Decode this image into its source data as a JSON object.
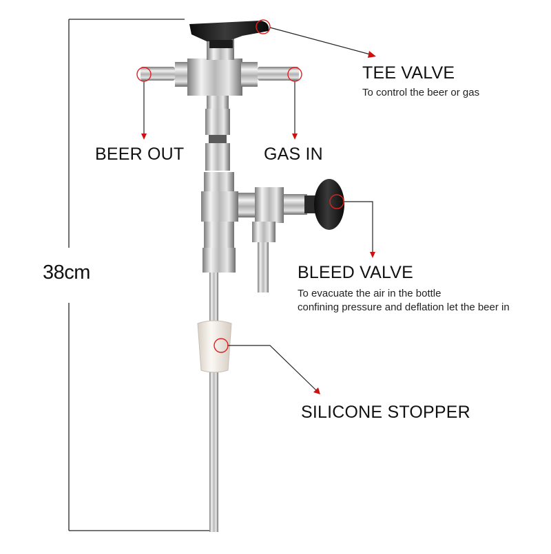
{
  "dimension": {
    "text": "38cm"
  },
  "callouts": {
    "tee_valve": {
      "title": "TEE VALVE",
      "desc": "To control the beer or gas"
    },
    "beer_out": {
      "title": "BEER OUT"
    },
    "gas_in": {
      "title": "GAS IN"
    },
    "bleed_valve": {
      "title": "BLEED VALVE",
      "desc_line1": "To evacuate the air in the bottle",
      "desc_line2": "confining pressure and deflation let the beer in"
    },
    "silicone_stopper": {
      "title": "SILICONE STOPPER"
    }
  },
  "colors": {
    "marker_circle": "#e02020",
    "arrow_line": "#222222",
    "arrow_head": "#cc1111",
    "steel_light": "#e6e6e6",
    "steel_dark": "#8a8a8a",
    "knob": "#1a1a1a",
    "stopper": "#f1ece6"
  }
}
